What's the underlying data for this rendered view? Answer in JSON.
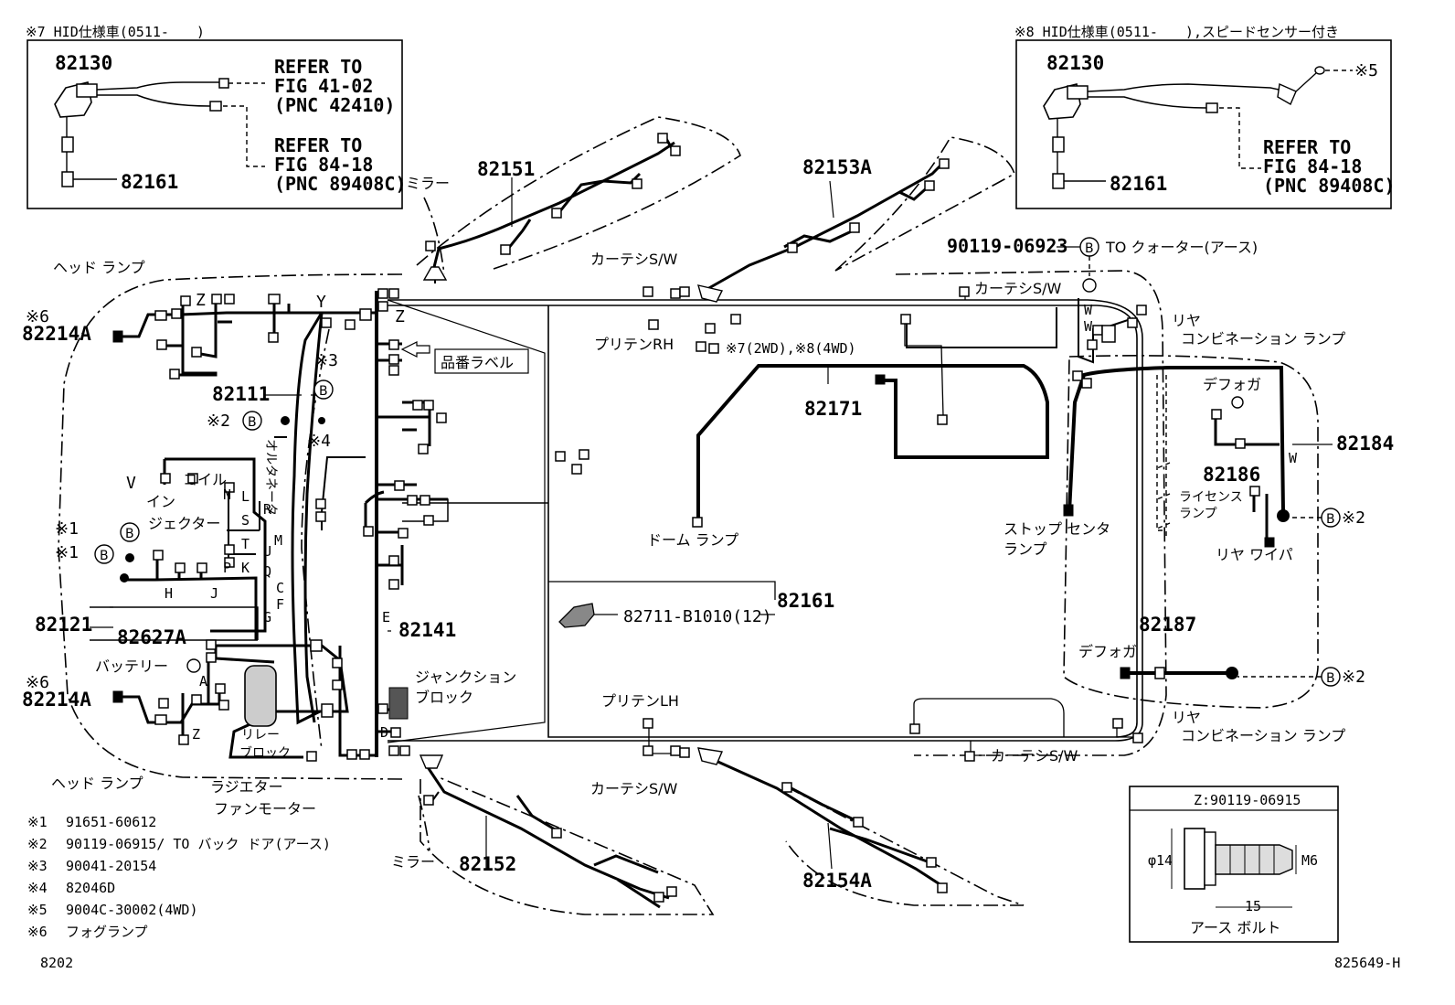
{
  "inset_hid7": {
    "title": "※7 HID仕様車(0511-　　)",
    "part_top": "82130",
    "part_bottom": "82161",
    "refer1": [
      "REFER TO",
      "FIG 41-02",
      "(PNC 42410)"
    ],
    "refer2": [
      "REFER TO",
      "FIG 84-18",
      "(PNC 89408C)"
    ]
  },
  "inset_hid8": {
    "title": "※8 HID仕様車(0511-　　),スピードセンサー付き",
    "part_top": "82130",
    "part_bottom": "82161",
    "note": "※5",
    "refer": [
      "REFER TO",
      "FIG 84-18",
      "(PNC 89408C)"
    ]
  },
  "parts": {
    "p82151": "82151",
    "p82153a": "82153A",
    "p82214a_top": "82214A",
    "p82214a_bottom": "82214A",
    "p82111": "82111",
    "p82121": "82121",
    "p82627a": "82627A",
    "p82141": "82141",
    "p82171": "82171",
    "p82161": "82161",
    "p82711": "82711-B1010(12)",
    "p82184": "82184",
    "p82186": "82186",
    "p82187": "82187",
    "p82152": "82152",
    "p82154a": "82154A",
    "p90119": "90119-06923"
  },
  "labels": {
    "mirror_top": "ミラー",
    "mirror_bottom": "ミラー",
    "headlamp_top": "ヘッド ランプ",
    "headlamp_bottom": "ヘッド ランプ",
    "courtesy_top": "カーテシS/W",
    "courtesy_top_right": "カーテシS/W",
    "courtesy_bottom": "カーテシS/W",
    "courtesy_bottom_right": "カーテシS/W",
    "quarter_earth": "TO クォーター(アース)",
    "rear_combo_top": [
      "リヤ",
      "コンビネーション ランプ"
    ],
    "rear_combo_bottom": [
      "リヤ",
      "コンビネーション ランプ"
    ],
    "pretensioner_rh": "プリテンRH",
    "pretensioner_lh": "プリテンLH",
    "note_2wd4wd": "※7(2WD),※8(4WD)",
    "part_label": "品番ラベル",
    "defogger_top": "デフォガ",
    "defogger_bottom": "デフォガ",
    "license_lamp": [
      "ライセンス",
      "ランプ"
    ],
    "stop_center": [
      "ストップ センタ",
      "ランプ"
    ],
    "rear_wiper": "リヤ ワイパ",
    "dome_lamp": "ドーム ランプ",
    "junction_block": [
      "ジャンクション",
      "ブロック"
    ],
    "coil": "コイル",
    "injector": [
      "イン",
      "ジェクター"
    ],
    "alternator": "オルタネータ",
    "battery": "バッテリー",
    "relay_block": [
      "リレー",
      "ブロック"
    ],
    "radiator_fan": [
      "ラジエター",
      "ファンモーター"
    ],
    "note1a": "※1",
    "note1b": "※1",
    "note2_left": "※2",
    "note2_right1": "※2",
    "note2_right2": "※2",
    "note3": "※3",
    "note4": "※4",
    "note6_top": "※6",
    "note6_bottom": "※6"
  },
  "legend": [
    {
      "key": "※1",
      "text": "91651-60612"
    },
    {
      "key": "※2",
      "text": "90119-06915/ TO バック ドア(アース)"
    },
    {
      "key": "※3",
      "text": "90041-20154"
    },
    {
      "key": "※4",
      "text": "82046D"
    },
    {
      "key": "※5",
      "text": "9004C-30002(4WD)"
    },
    {
      "key": "※6",
      "text": "フォグランプ"
    }
  ],
  "bolt_inset": {
    "title": "Z:90119-06915",
    "diameter": "φ14",
    "thread": "M6",
    "length": "15",
    "caption": "アース ボルト"
  },
  "letters": [
    "Z",
    "Y",
    "Z",
    "N",
    "L",
    "R",
    "S",
    "T",
    "U",
    "M",
    "Q",
    "C",
    "F",
    "G",
    "P",
    "K",
    "H",
    "J",
    "A",
    "Z",
    "E",
    "D",
    "W",
    "W",
    "W",
    "V"
  ],
  "footer": {
    "left": "8202",
    "right": "825649-H"
  }
}
